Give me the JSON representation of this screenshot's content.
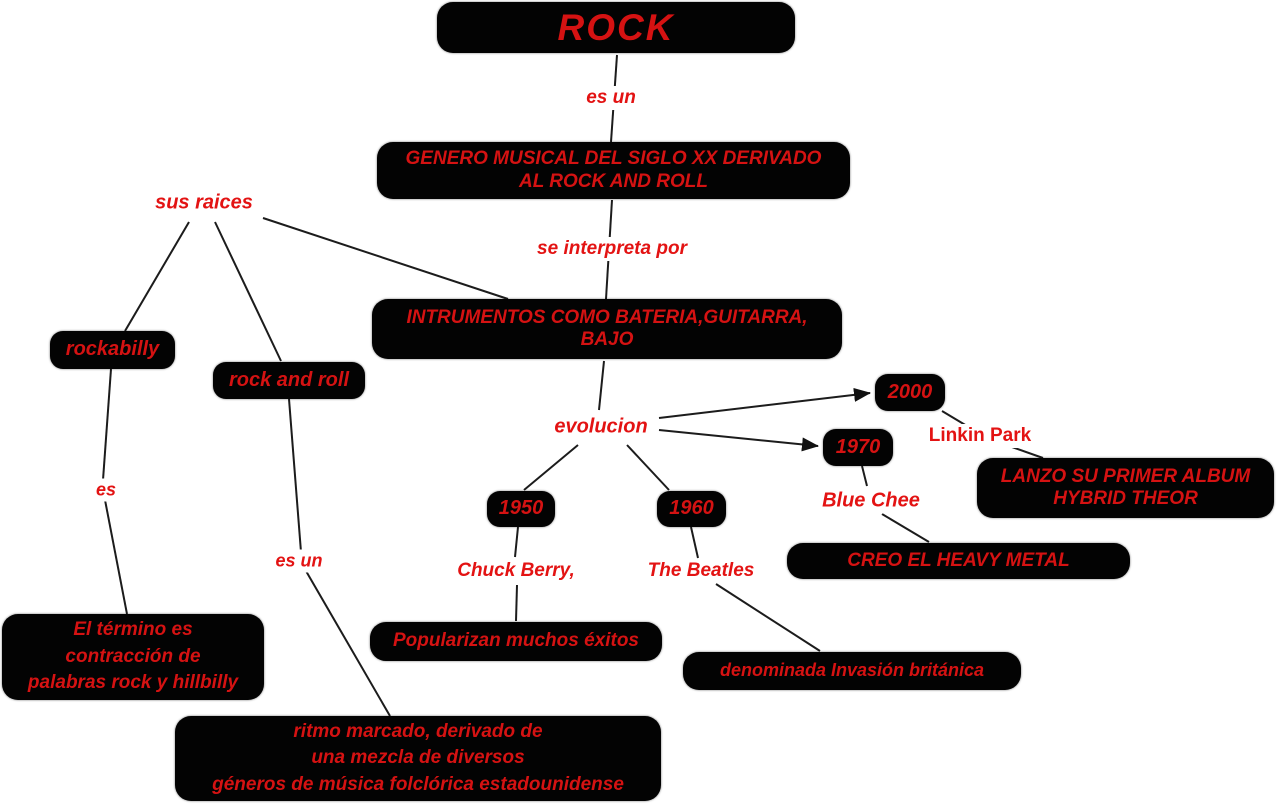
{
  "diagram": {
    "title": "ROCK",
    "nodes": {
      "rock": {
        "lines": [
          "ROCK"
        ]
      },
      "genero": {
        "lines": [
          "GENERO MUSICAL DEL SIGLO XX DERIVADO",
          "AL ROCK AND ROLL"
        ]
      },
      "intrumentos": {
        "lines": [
          "INTRUMENTOS COMO BATERIA,GUITARRA,",
          "BAJO"
        ]
      },
      "rockabilly": {
        "lines": [
          "rockabilly"
        ]
      },
      "rock_and_roll": {
        "lines": [
          "rock and roll"
        ]
      },
      "y1950": {
        "lines": [
          "1950"
        ]
      },
      "y1960": {
        "lines": [
          "1960"
        ]
      },
      "y1970": {
        "lines": [
          "1970"
        ]
      },
      "y2000": {
        "lines": [
          "2000"
        ]
      },
      "lanzo": {
        "lines": [
          "LANZO SU PRIMER ALBUM",
          "HYBRID THEOR"
        ]
      },
      "creo": {
        "lines": [
          "CREO EL HEAVY METAL"
        ]
      },
      "el_termino": {
        "lines": [
          "El término es",
          "contracción de",
          "palabras rock y hillbilly"
        ]
      },
      "popularizan": {
        "lines": [
          "Popularizan muchos éxitos"
        ]
      },
      "denominada": {
        "lines": [
          "denominada Invasión británica"
        ]
      },
      "ritmo": {
        "lines": [
          "ritmo marcado, derivado de",
          "una mezcla de diversos",
          "géneros de música folclórica estadounidense"
        ]
      }
    },
    "edge_labels": {
      "es_un_top": "es un",
      "se_interpreta_por": "se interpreta por",
      "sus_raices": "sus raices",
      "evolucion": "evolucion",
      "linkin_park": "Linkin Park",
      "blue_chee": "Blue Chee",
      "chuck_berry": "Chuck Berry,",
      "the_beatles": "The Beatles",
      "es": "es",
      "es_un_bottom": "es un"
    },
    "colors": {
      "node_background": "#030303",
      "node_text": "#d51212",
      "label_text": "#e31313",
      "line": "#1c1c1c",
      "canvas_background": "#ffffff"
    }
  }
}
